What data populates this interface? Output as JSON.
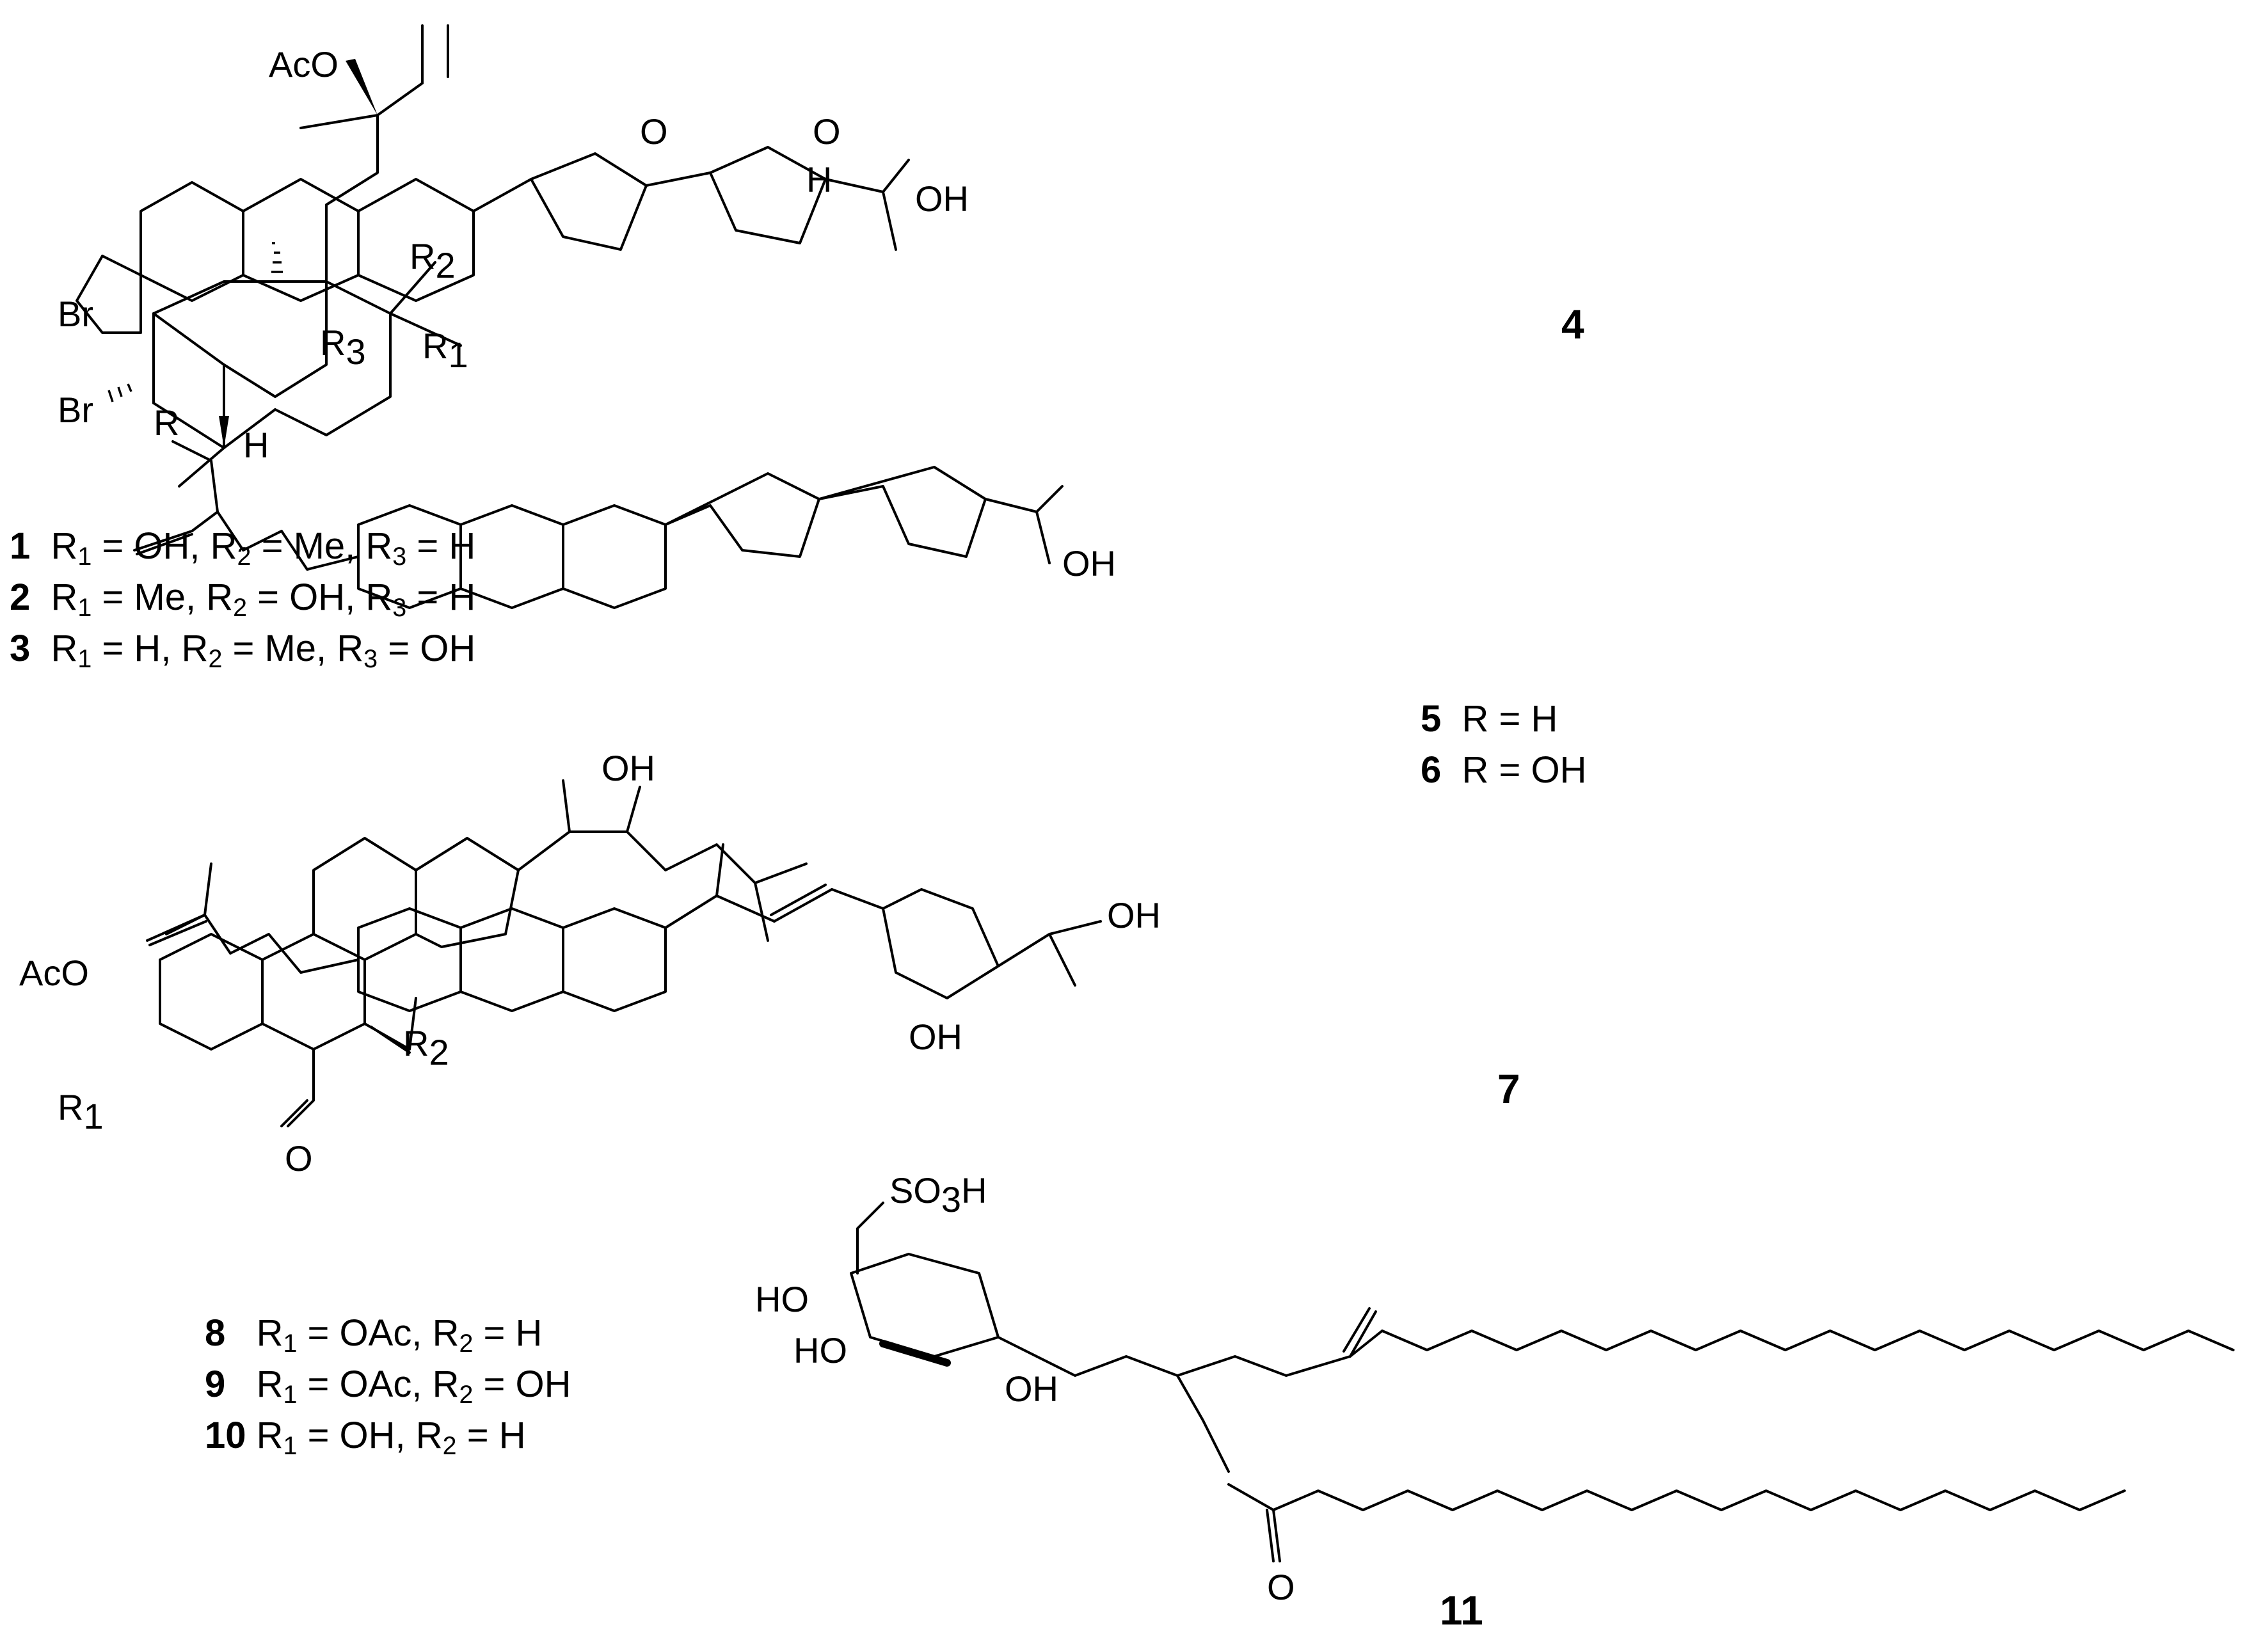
{
  "compounds": {
    "c1": {
      "number": "1",
      "desc": "R1 = OH, R2 = Me, R3 = H"
    },
    "c2": {
      "number": "2",
      "desc": "R1 = Me, R2 = OH, R3 = H"
    },
    "c3": {
      "number": "3",
      "desc": "R1 = H, R2 = Me, R3 = OH"
    },
    "c4": {
      "number": "4"
    },
    "c5": {
      "number": "5",
      "desc": "R = H"
    },
    "c6": {
      "number": "6",
      "desc": "R = OH"
    },
    "c7": {
      "number": "7"
    },
    "c8": {
      "number": "8",
      "desc": "R1 = OAc, R2 = H"
    },
    "c9": {
      "number": "9",
      "desc": "R1 = OAc, R2 = OH"
    },
    "c10": {
      "number": "10",
      "desc": "R1 = OH, R2 = H"
    },
    "c11": {
      "number": "11"
    }
  },
  "atoms": {
    "aco": "AcO",
    "br": "Br",
    "h": "H",
    "o": "O",
    "oh": "OH",
    "ho": "HO",
    "r": "R",
    "r1": "R1",
    "r2": "R2",
    "r3": "R3",
    "so3h": "SO3H"
  }
}
